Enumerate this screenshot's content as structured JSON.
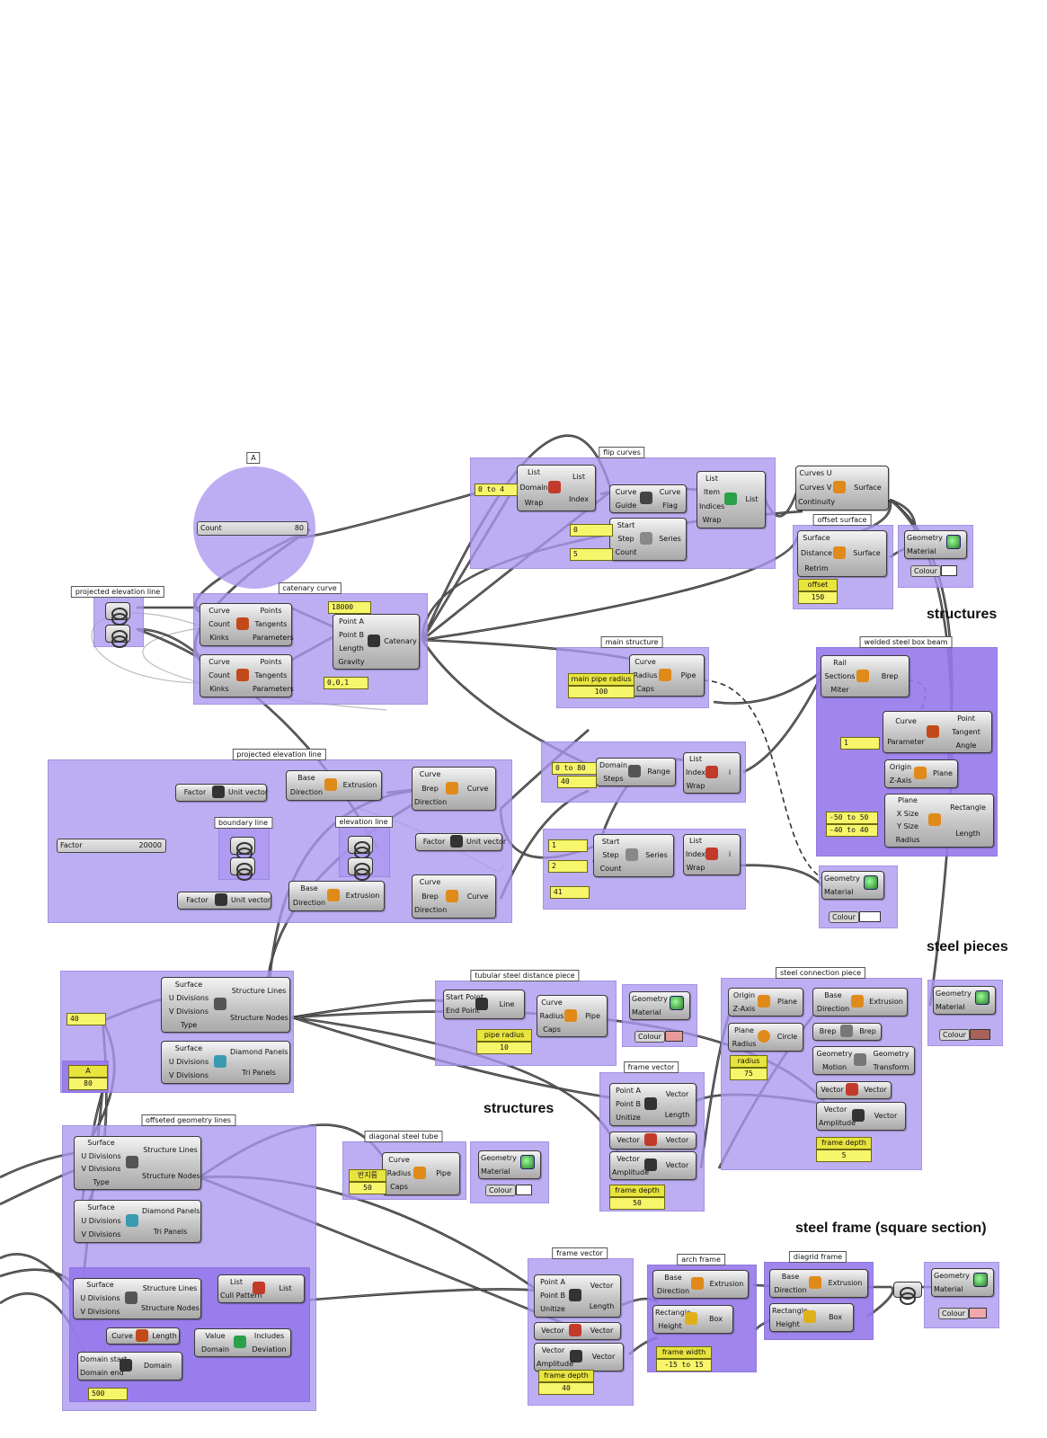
{
  "headings": {
    "structures_1": "structures",
    "steel_pieces": "steel pieces",
    "structures_2": "structures",
    "steel_frame": "steel frame (square section)"
  },
  "group_labels": {
    "a": "A",
    "projected_elevation_line_1": "projected elevation line",
    "catenary_curve": "catenary curve",
    "flip_curves": "flip curves",
    "offset_surface": "offset surface",
    "main_structure": "main structure",
    "welded_steel_box_beam": "welded steel box beam",
    "projected_elevation_line_2": "projected elevation line",
    "boundary_line": "boundary line",
    "elevation_line": "elevation line",
    "tubular_steel_distance_piece": "tubular steel distance piece",
    "steel_connection_piece": "steel connection piece",
    "frame_vector_1": "frame vector",
    "offseted_geometry_lines": "offseted geometry lines",
    "diagonal_steel_tube": "diagonal steel tube",
    "frame_vector_2": "frame vector",
    "arch_frame": "arch frame",
    "diagrid_frame": "diagrid frame"
  },
  "sliders": {
    "count": {
      "name": "Count",
      "value": "80"
    },
    "factor": {
      "name": "Factor",
      "value": "20000"
    }
  },
  "panels": {
    "domain_0_to_4": "0 to 4",
    "start_0": "0",
    "count_5": "5",
    "length_18000": "18000",
    "gravity": "0,0,1",
    "offset_head": "offset",
    "offset_value": "150",
    "main_pipe_radius_head": "main pipe radius",
    "main_pipe_radius_value": "100",
    "domain_0_to_80": "0 to 80",
    "steps_40": "40",
    "param_1": "1",
    "x_size": "-50 to 50",
    "y_size": "-40 to 40",
    "series_start_1": "1",
    "series_step_2": "2",
    "series_count_41": "41",
    "u_div_40": "40",
    "a_head": "A",
    "a_value": "80",
    "pipe_radius_head": "pipe radius",
    "pipe_radius_value": "10",
    "radius_head": "radius",
    "radius_value": "75",
    "frame_depth_head_1": "frame depth",
    "frame_depth_value_1": "5",
    "frame_depth_head_2": "frame depth",
    "frame_depth_value_2": "50",
    "diag_head": "반지름",
    "diag_value": "50",
    "frame_width_head": "frame width",
    "frame_width_value": "-15 to 15",
    "frame_depth_head_3": "frame depth",
    "frame_depth_value_3": "40",
    "domain_500": "500"
  },
  "components": [
    {
      "id": "list-item-1",
      "name": "List",
      "inputs": [
        "List",
        "Domain",
        "Wrap"
      ],
      "outputs": [
        "List",
        "Index"
      ],
      "icon": "list-item-icon",
      "icolor": "#c23a2a"
    },
    {
      "id": "flip-curve",
      "name": "Flip",
      "inputs": [
        "Curve",
        "Guide"
      ],
      "outputs": [
        "Curve",
        "Flag"
      ],
      "icon": "flip-curve-icon",
      "icolor": "#444"
    },
    {
      "id": "series-1",
      "name": "Series",
      "inputs": [
        "Start",
        "Step",
        "Count"
      ],
      "outputs": [
        "Series"
      ],
      "icon": "series-icon",
      "icolor": "#888"
    },
    {
      "id": "list-item-2",
      "name": "List",
      "inputs": [
        "List",
        "Item",
        "Indices",
        "Wrap"
      ],
      "outputs": [
        "List"
      ],
      "icon": "list-item-icon",
      "icolor": "#2aa04a"
    },
    {
      "id": "loft",
      "name": "Loft",
      "inputs": [
        "Curves U",
        "Curves V",
        "Continuity"
      ],
      "outputs": [
        "Surface"
      ],
      "icon": "network-surface-icon",
      "icolor": "#e08a1a"
    },
    {
      "id": "offset-surface",
      "name": "Offset",
      "inputs": [
        "Surface",
        "Distance",
        "Retrim"
      ],
      "outputs": [
        "Surface"
      ],
      "icon": "offset-surface-icon",
      "icolor": "#e08a1a"
    },
    {
      "id": "preview-1",
      "name": "Preview",
      "inputs": [
        "Geometry",
        "Material"
      ],
      "outputs": [],
      "icon": "preview-icon",
      "icolor": "#3a7a3a"
    },
    {
      "id": "divide-1",
      "name": "Divide",
      "inputs": [
        "Curve",
        "Count",
        "Kinks"
      ],
      "outputs": [
        "Points",
        "Tangents",
        "Parameters"
      ],
      "icon": "divide-curve-icon",
      "icolor": "#c24a1a"
    },
    {
      "id": "divide-2",
      "name": "Divide",
      "inputs": [
        "Curve",
        "Count",
        "Kinks"
      ],
      "outputs": [
        "Points",
        "Tangents",
        "Parameters"
      ],
      "icon": "divide-curve-icon",
      "icolor": "#c24a1a"
    },
    {
      "id": "catenary",
      "name": "Catenary",
      "inputs": [
        "Point A",
        "Point B",
        "Length",
        "Gravity"
      ],
      "outputs": [
        "Catenary"
      ],
      "icon": "catenary-icon",
      "icolor": "#333"
    },
    {
      "id": "pipe-main",
      "name": "Pipe",
      "inputs": [
        "Curve",
        "Radius",
        "Caps"
      ],
      "outputs": [
        "Pipe"
      ],
      "icon": "pipe-icon",
      "icolor": "#e08a1a"
    },
    {
      "id": "sweep",
      "name": "Sweep",
      "inputs": [
        "Rail",
        "Sections",
        "Miter"
      ],
      "outputs": [
        "Brep"
      ],
      "icon": "sweep-icon",
      "icolor": "#e08a1a"
    },
    {
      "id": "eval-curve",
      "name": "Evaluate",
      "inputs": [
        "Curve",
        "Parameter"
      ],
      "outputs": [
        "Point",
        "Tangent",
        "Angle"
      ],
      "icon": "evaluate-curve-icon",
      "icolor": "#c24a1a"
    },
    {
      "id": "plane-1",
      "name": "Plane",
      "inputs": [
        "Origin",
        "Z-Axis"
      ],
      "outputs": [
        "Plane"
      ],
      "icon": "plane-icon",
      "icolor": "#e08a1a"
    },
    {
      "id": "rectangle",
      "name": "Rectangle",
      "inputs": [
        "Plane",
        "X Size",
        "Y Size",
        "Radius"
      ],
      "outputs": [
        "Rectangle",
        "Length"
      ],
      "icon": "rectangle-icon",
      "icolor": "#e08a1a"
    },
    {
      "id": "range",
      "name": "Range",
      "inputs": [
        "Domain",
        "Steps"
      ],
      "outputs": [
        "Range"
      ],
      "icon": "range-icon",
      "icolor": "#555"
    },
    {
      "id": "list-item-3",
      "name": "List",
      "inputs": [
        "List",
        "Index",
        "Wrap"
      ],
      "outputs": [
        "i"
      ],
      "icon": "list-item-icon",
      "icolor": "#c23a2a"
    },
    {
      "id": "preview-2",
      "name": "Preview",
      "inputs": [
        "Geometry",
        "Material"
      ],
      "outputs": [],
      "icon": "preview-icon",
      "icolor": "#3a7a3a"
    },
    {
      "id": "extrusion-1",
      "name": "Extrusion",
      "inputs": [
        "Base",
        "Direction"
      ],
      "outputs": [
        "Extrusion"
      ],
      "icon": "extrude-icon",
      "icolor": "#e08a1a"
    },
    {
      "id": "unit-z-1",
      "name": "Unit Z",
      "inputs": [
        "Factor"
      ],
      "outputs": [
        "Unit vector"
      ],
      "icon": "unit-z-icon",
      "icolor": "#333"
    },
    {
      "id": "brep-curve-1",
      "name": "BrepCurve",
      "inputs": [
        "Curve",
        "Brep",
        "Direction"
      ],
      "outputs": [
        "Curve"
      ],
      "icon": "project-icon",
      "icolor": "#e08a1a"
    },
    {
      "id": "unit-y",
      "name": "Unit Y",
      "inputs": [
        "Factor"
      ],
      "outputs": [
        "Unit vector"
      ],
      "icon": "unit-y-icon",
      "icolor": "#333"
    },
    {
      "id": "unit-z-2",
      "name": "Unit Z",
      "inputs": [
        "Factor"
      ],
      "outputs": [
        "Unit vector"
      ],
      "icon": "unit-z-icon",
      "icolor": "#333"
    },
    {
      "id": "extrusion-2",
      "name": "Extrusion",
      "inputs": [
        "Base",
        "Direction"
      ],
      "outputs": [
        "Extrusion"
      ],
      "icon": "extrude-icon",
      "icolor": "#e08a1a"
    },
    {
      "id": "brep-curve-2",
      "name": "BrepCurve",
      "inputs": [
        "Curve",
        "Brep",
        "Direction"
      ],
      "outputs": [
        "Curve"
      ],
      "icon": "project-icon",
      "icolor": "#e08a1a"
    },
    {
      "id": "series-2",
      "name": "Series",
      "inputs": [
        "Start",
        "Step",
        "Count"
      ],
      "outputs": [
        "Series"
      ],
      "icon": "series-icon",
      "icolor": "#888"
    },
    {
      "id": "list-item-4",
      "name": "List",
      "inputs": [
        "List",
        "Index",
        "Wrap"
      ],
      "outputs": [
        "i"
      ],
      "icon": "list-item-icon",
      "icolor": "#c23a2a"
    },
    {
      "id": "surface-frames-1",
      "name": "Lines",
      "inputs": [
        "Surface",
        "U Divisions",
        "V Divisions",
        "Type"
      ],
      "outputs": [
        "Structure Lines",
        "Structure Nodes"
      ],
      "icon": "diagrid-icon",
      "icolor": "#555"
    },
    {
      "id": "diamond-1",
      "name": "Diamond",
      "inputs": [
        "Surface",
        "U Divisions",
        "V Divisions"
      ],
      "outputs": [
        "Diamond Panels",
        "Tri Panels"
      ],
      "icon": "diamond-icon",
      "icolor": "#3a9ab0"
    },
    {
      "id": "line-1",
      "name": "Line",
      "inputs": [
        "Start Point",
        "End Point"
      ],
      "outputs": [
        "Line"
      ],
      "icon": "line-icon",
      "icolor": "#333"
    },
    {
      "id": "pipe-2",
      "name": "Pipe",
      "inputs": [
        "Curve",
        "Radius",
        "Caps"
      ],
      "outputs": [
        "Pipe"
      ],
      "icon": "pipe-icon",
      "icolor": "#e08a1a"
    },
    {
      "id": "preview-3",
      "name": "Preview",
      "inputs": [
        "Geometry",
        "Material"
      ],
      "outputs": [],
      "icon": "preview-icon",
      "icolor": "#3a7a3a"
    },
    {
      "id": "plane-2",
      "name": "Plane",
      "inputs": [
        "Origin",
        "Z-Axis"
      ],
      "outputs": [
        "Plane"
      ],
      "icon": "plane-icon",
      "icolor": "#e08a1a"
    },
    {
      "id": "circle",
      "name": "Circle",
      "inputs": [
        "Plane",
        "Radius"
      ],
      "outputs": [
        "Circle"
      ],
      "icon": "circle-icon",
      "icolor": "#e08a1a"
    },
    {
      "id": "extrusion-3",
      "name": "Extrusion",
      "inputs": [
        "Base",
        "Direction"
      ],
      "outputs": [
        "Extrusion"
      ],
      "icon": "extrude-icon",
      "icolor": "#e08a1a"
    },
    {
      "id": "brep-1",
      "name": "Brep",
      "inputs": [
        "Brep"
      ],
      "outputs": [
        "Brep"
      ],
      "icon": "brep-icon",
      "icolor": "#777"
    },
    {
      "id": "transform",
      "name": "Transform",
      "inputs": [
        "Geometry",
        "Motion"
      ],
      "outputs": [
        "Geometry",
        "Transform"
      ],
      "icon": "transform-icon",
      "icolor": "#777"
    },
    {
      "id": "vector-1",
      "name": "Vector",
      "inputs": [
        "Vector"
      ],
      "outputs": [
        "Vector"
      ],
      "icon": "reverse-icon",
      "icolor": "#c23a2a"
    },
    {
      "id": "amplitude-1",
      "name": "Amplitude",
      "inputs": [
        "Vector",
        "Amplitude"
      ],
      "outputs": [
        "Vector"
      ],
      "icon": "amplitude-icon",
      "icolor": "#333"
    },
    {
      "id": "preview-4",
      "name": "Preview",
      "inputs": [
        "Geometry",
        "Material"
      ],
      "outputs": [],
      "icon": "preview-icon",
      "icolor": "#3a7a3a"
    },
    {
      "id": "vector-2pt-1",
      "name": "Vec2Pt",
      "inputs": [
        "Point A",
        "Point B",
        "Unitize"
      ],
      "outputs": [
        "Vector",
        "Length"
      ],
      "icon": "vector-2pt-icon",
      "icolor": "#333"
    },
    {
      "id": "reverse-1",
      "name": "Reverse",
      "inputs": [
        "Vector"
      ],
      "outputs": [
        "Vector"
      ],
      "icon": "reverse-icon",
      "icolor": "#c23a2a"
    },
    {
      "id": "amplitude-2",
      "name": "Amplitude",
      "inputs": [
        "Vector",
        "Amplitude"
      ],
      "outputs": [
        "Vector"
      ],
      "icon": "amplitude-icon",
      "icolor": "#333"
    },
    {
      "id": "surface-frames-2",
      "name": "Lines",
      "inputs": [
        "Surface",
        "U Divisions",
        "V Divisions",
        "Type"
      ],
      "outputs": [
        "Structure Lines",
        "Structure Nodes"
      ],
      "icon": "diagrid-icon",
      "icolor": "#555"
    },
    {
      "id": "diamond-2",
      "name": "Diamond",
      "inputs": [
        "Surface",
        "U Divisions",
        "V Divisions"
      ],
      "outputs": [
        "Diamond Panels",
        "Tri Panels"
      ],
      "icon": "diamond-icon",
      "icolor": "#3a9ab0"
    },
    {
      "id": "pipe-3",
      "name": "Pipe",
      "inputs": [
        "Curve",
        "Radius",
        "Caps"
      ],
      "outputs": [
        "Pipe"
      ],
      "icon": "pipe-icon",
      "icolor": "#e08a1a"
    },
    {
      "id": "preview-5",
      "name": "Preview",
      "inputs": [
        "Geometry",
        "Material"
      ],
      "outputs": [],
      "icon": "preview-icon",
      "icolor": "#3a7a3a"
    },
    {
      "id": "grid-lines",
      "name": "Grid",
      "inputs": [
        "Surface",
        "U Divisions",
        "V Divisions"
      ],
      "outputs": [
        "Structure Lines",
        "Structure Nodes"
      ],
      "icon": "grid-icon",
      "icolor": "#555"
    },
    {
      "id": "cull-pattern",
      "name": "Cull",
      "inputs": [
        "List",
        "Cull Pattern"
      ],
      "outputs": [
        "List"
      ],
      "icon": "cull-icon",
      "icolor": "#c23a2a"
    },
    {
      "id": "length",
      "name": "Length",
      "inputs": [
        "Curve"
      ],
      "outputs": [
        "Length"
      ],
      "icon": "length-icon",
      "icolor": "#c24a1a"
    },
    {
      "id": "includes",
      "name": "Includes",
      "inputs": [
        "Value",
        "Domain"
      ],
      "outputs": [
        "Includes",
        "Deviation"
      ],
      "icon": "includes-icon",
      "icolor": "#2aa04a"
    },
    {
      "id": "construct-domain",
      "name": "Domain",
      "inputs": [
        "Domain start",
        "Domain end"
      ],
      "outputs": [
        "Domain"
      ],
      "icon": "domain-icon",
      "icolor": "#333"
    },
    {
      "id": "vector-2pt-2",
      "name": "Vec2Pt",
      "inputs": [
        "Point A",
        "Point B",
        "Unitize"
      ],
      "outputs": [
        "Vector",
        "Length"
      ],
      "icon": "vector-2pt-icon",
      "icolor": "#333"
    },
    {
      "id": "reverse-2",
      "name": "Reverse",
      "inputs": [
        "Vector"
      ],
      "outputs": [
        "Vector"
      ],
      "icon": "reverse-icon",
      "icolor": "#c23a2a"
    },
    {
      "id": "amplitude-3",
      "name": "Amplitude",
      "inputs": [
        "Vector",
        "Amplitude"
      ],
      "outputs": [
        "Vector"
      ],
      "icon": "amplitude-icon",
      "icolor": "#333"
    },
    {
      "id": "extrusion-4",
      "name": "Extrusion",
      "inputs": [
        "Base",
        "Direction"
      ],
      "outputs": [
        "Extrusion"
      ],
      "icon": "extrude-icon",
      "icolor": "#e08a1a"
    },
    {
      "id": "box-1",
      "name": "Box",
      "inputs": [
        "Rectangle",
        "Height"
      ],
      "outputs": [
        "Box"
      ],
      "icon": "box-icon",
      "icolor": "#e0b01a"
    },
    {
      "id": "extrusion-5",
      "name": "Extrusion",
      "inputs": [
        "Base",
        "Direction"
      ],
      "outputs": [
        "Extrusion"
      ],
      "icon": "extrude-icon",
      "icolor": "#e08a1a"
    },
    {
      "id": "box-2",
      "name": "Box",
      "inputs": [
        "Rectangle",
        "Height"
      ],
      "outputs": [
        "Box"
      ],
      "icon": "box-icon",
      "icolor": "#e0b01a"
    },
    {
      "id": "preview-6",
      "name": "Preview",
      "inputs": [
        "Geometry",
        "Material"
      ],
      "outputs": [],
      "icon": "preview-icon",
      "icolor": "#3a7a3a"
    }
  ],
  "colour_label": "Colour",
  "colours": {
    "white": "#ffffff",
    "pink": "#e89a9a",
    "brown": "#a8625a",
    "light_pink": "#f0a8ac",
    "group_purple": "#aa96f0"
  }
}
